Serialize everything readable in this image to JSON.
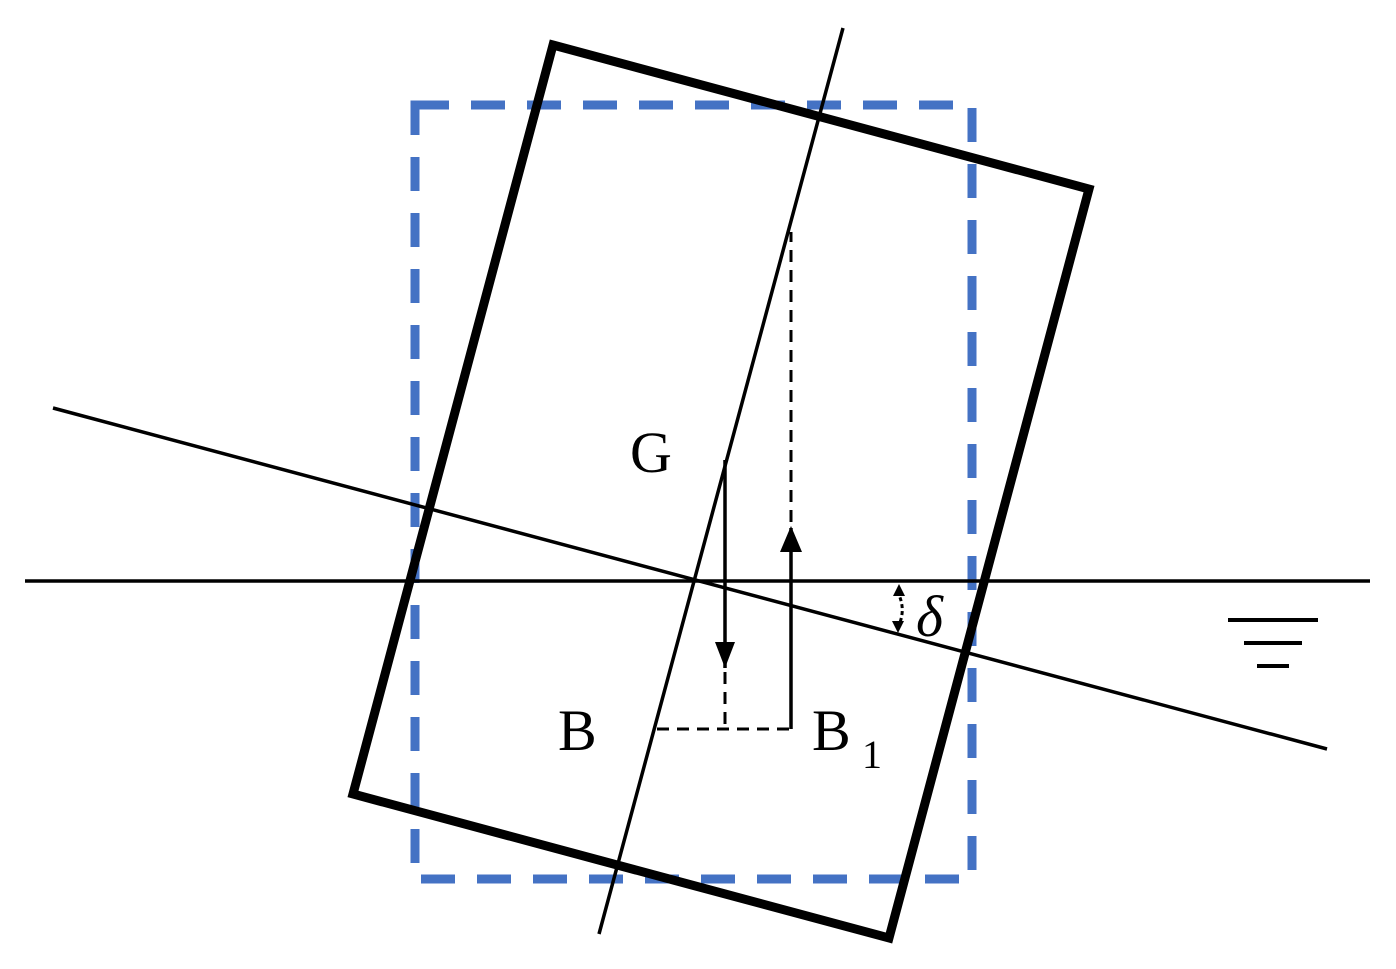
{
  "labels": {
    "g": "G",
    "b": "B",
    "b1_main": "B",
    "b1_sub": "1",
    "delta": "δ"
  },
  "colors": {
    "stroke": "#000000",
    "dashed_box": "#4472C4",
    "background": "#ffffff"
  },
  "icons": {
    "water_surface": "water-surface-symbol"
  }
}
